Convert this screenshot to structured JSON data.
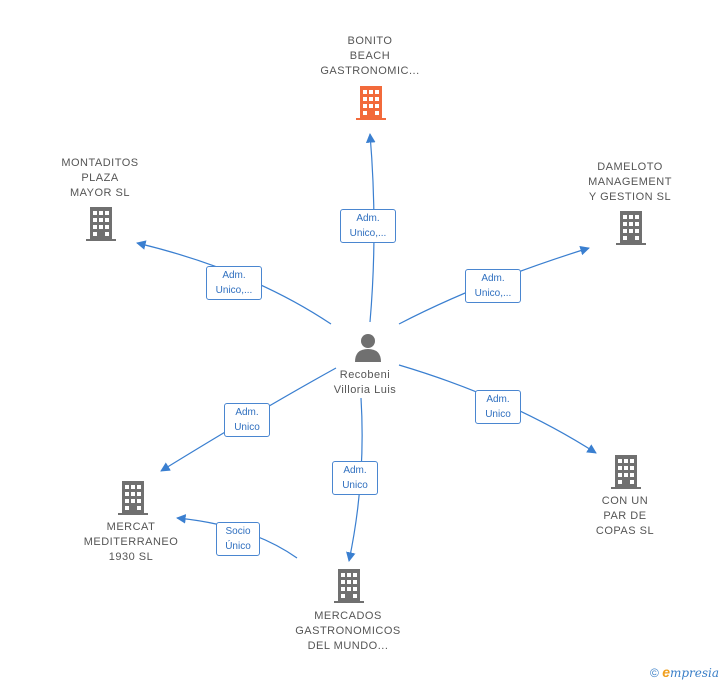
{
  "center": {
    "name": "Recobeni\nVilloria Luis",
    "icon": "person-icon"
  },
  "companies": [
    {
      "id": "bonito",
      "name": "BONITO\nBEACH\nGASTRONOMIC...",
      "icon": "building-icon",
      "color": "#f26a3b",
      "relation": "Adm.\nUnico,..."
    },
    {
      "id": "montaditos",
      "name": "MONTADITOS\nPLAZA\nMAYOR  SL",
      "icon": "building-icon",
      "color": "#707070",
      "relation": "Adm.\nUnico,..."
    },
    {
      "id": "dameloto",
      "name": "DAMELOTO\nMANAGEMENT\nY GESTION  SL",
      "icon": "building-icon",
      "color": "#707070",
      "relation": "Adm.\nUnico,..."
    },
    {
      "id": "mercat",
      "name": "MERCAT\nMEDITERRANEO\n1930  SL",
      "icon": "building-icon",
      "color": "#707070",
      "relation": "Adm.\nUnico"
    },
    {
      "id": "conunpar",
      "name": "CON UN\nPAR DE\nCOPAS  SL",
      "icon": "building-icon",
      "color": "#707070",
      "relation": "Adm.\nUnico"
    },
    {
      "id": "mercados",
      "name": "MERCADOS\nGASTRONOMICOS\nDEL MUNDO...",
      "icon": "building-icon",
      "color": "#707070",
      "relation": "Adm.\nUnico"
    }
  ],
  "secondary_edges": [
    {
      "from": "mercados",
      "to": "mercat",
      "relation": "Socio\nÚnico"
    }
  ],
  "colors": {
    "edge": "#3a7fd0",
    "person": "#707070"
  },
  "brand": {
    "copyright": "©",
    "e": "e",
    "rest": "mpresia"
  }
}
